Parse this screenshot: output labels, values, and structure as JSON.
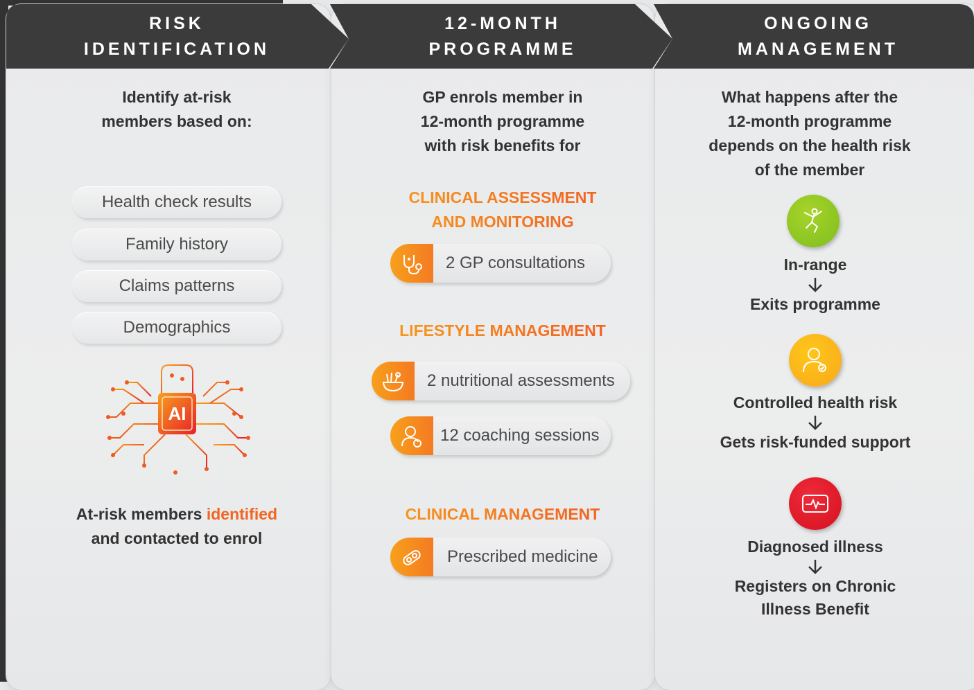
{
  "columns": [
    {
      "header": [
        "RISK",
        "IDENTIFICATION"
      ],
      "intro": [
        "Identify at-risk",
        "members based on:"
      ],
      "criteria": [
        "Health check results",
        "Family history",
        "Claims patterns",
        "Demographics"
      ],
      "badge": "AI",
      "closing": {
        "before": "At-risk members ",
        "highlight": "identified",
        "after": "and contacted to enrol"
      }
    },
    {
      "header": [
        "12-MONTH",
        "PROGRAMME"
      ],
      "intro": [
        "GP enrols member in",
        "12-month programme",
        "with risk benefits for"
      ],
      "sections": [
        {
          "title": [
            "CLINICAL ASSESSMENT",
            "AND MONITORING"
          ],
          "items": [
            {
              "icon": "stethoscope-icon",
              "label": "2 GP consultations"
            }
          ]
        },
        {
          "title": [
            "LIFESTYLE MANAGEMENT"
          ],
          "items": [
            {
              "icon": "nutrition-bowl-icon",
              "label": "2 nutritional assessments"
            },
            {
              "icon": "coach-person-icon",
              "label": "12 coaching sessions"
            }
          ]
        },
        {
          "title": [
            "CLINICAL MANAGEMENT"
          ],
          "items": [
            {
              "icon": "medicine-pill-icon",
              "label": "Prescribed medicine"
            }
          ]
        }
      ]
    },
    {
      "header": [
        "ONGOING",
        "MANAGEMENT"
      ],
      "intro": [
        "What happens after the",
        "12-month programme",
        "depends on the health risk",
        "of the member"
      ],
      "outcomes": [
        {
          "icon": "jumping-person-icon",
          "color": "#7fbd1f",
          "status": "In-range",
          "result": [
            "Exits programme"
          ]
        },
        {
          "icon": "person-check-icon",
          "color": "#f8a91b",
          "status": "Controlled health risk",
          "result": [
            "Gets risk-funded support"
          ]
        },
        {
          "icon": "heart-monitor-icon",
          "color": "#d6111f",
          "status": "Diagnosed illness",
          "result": [
            "Registers on Chronic",
            "Illness Benefit"
          ]
        }
      ]
    }
  ],
  "colors": {
    "header": "#3b3b3b",
    "accent_start": "#f7a01c",
    "accent_end": "#f26522",
    "text": "#333333"
  }
}
